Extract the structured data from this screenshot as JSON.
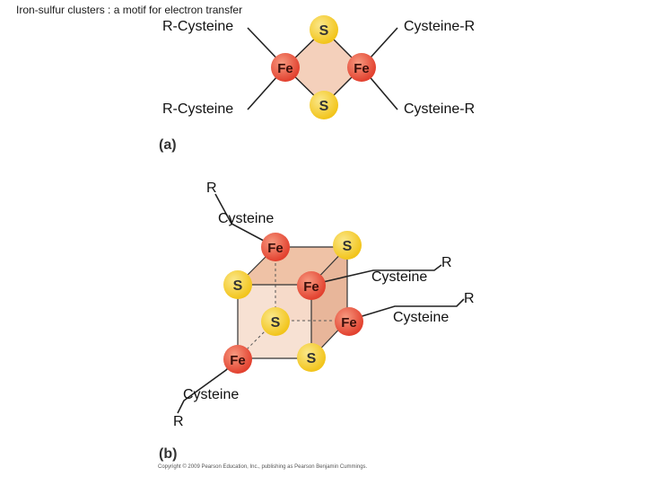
{
  "caption": "Iron-sulfur clusters :  a motif for electron transfer",
  "copyright": "Copyright © 2009 Pearson Education, Inc., publishing as Pearson Benjamin Cummings.",
  "colors": {
    "fe_fill": "#e2402e",
    "fe_light": "#f79a80",
    "s_fill": "#f2c41a",
    "s_light": "#fbe88c",
    "face_fill": "#f4d0bb",
    "face_dark": "#e8b69a",
    "bond": "#222222"
  },
  "panel_a": {
    "label": "(a)",
    "sulfur_top": "S",
    "sulfur_bottom": "S",
    "iron_left": "Fe",
    "iron_right": "Fe",
    "ligand_top_left": "R-Cysteine",
    "ligand_bottom_left": "R-Cysteine",
    "ligand_top_right": "Cysteine-R",
    "ligand_bottom_right": "Cysteine-R"
  },
  "panel_b": {
    "label": "(b)",
    "atoms": {
      "fe_back_top": "Fe",
      "s_back_top": "S",
      "s_front_left": "S",
      "fe_front_top": "Fe",
      "s_center": "S",
      "fe_front_right": "Fe",
      "fe_bottom_left": "Fe",
      "s_bottom": "S"
    },
    "ligand_top": {
      "r": "R",
      "cysteine": "Cysteine"
    },
    "ligand_upper_right": {
      "r": "R",
      "cysteine": "Cysteine"
    },
    "ligand_lower_right": {
      "r": "R",
      "cysteine": "Cysteine"
    },
    "ligand_bottom": {
      "r": "R",
      "cysteine": "Cysteine"
    }
  }
}
